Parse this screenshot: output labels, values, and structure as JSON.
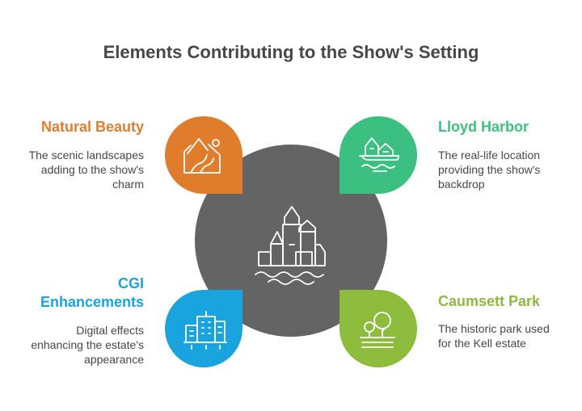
{
  "title": "Elements Contributing to the Show's Setting",
  "colors": {
    "center": "#646464",
    "natural_beauty": "#e07d2c",
    "lloyd_harbor": "#3cc082",
    "cgi": "#1aa4dd",
    "caumsett": "#8dbb3b"
  },
  "icons": {
    "center": "castle-icon",
    "natural_beauty": "landscape-icon",
    "lloyd_harbor": "coastal-house-icon",
    "cgi": "city-buildings-icon",
    "caumsett": "park-trees-icon"
  },
  "items": {
    "natural_beauty": {
      "heading": "Natural Beauty",
      "desc": [
        "The scenic landscapes",
        "adding to the show's",
        "charm"
      ]
    },
    "lloyd_harbor": {
      "heading": "Lloyd Harbor",
      "desc": [
        "The real-life location",
        "providing the show's",
        "backdrop"
      ]
    },
    "cgi": {
      "heading": [
        "CGI",
        "Enhancements"
      ],
      "desc": [
        "Digital effects",
        "enhancing the estate's",
        "appearance"
      ]
    },
    "caumsett": {
      "heading": "Caumsett Park",
      "desc": [
        "The historic park used",
        "for the Kell estate"
      ]
    }
  }
}
